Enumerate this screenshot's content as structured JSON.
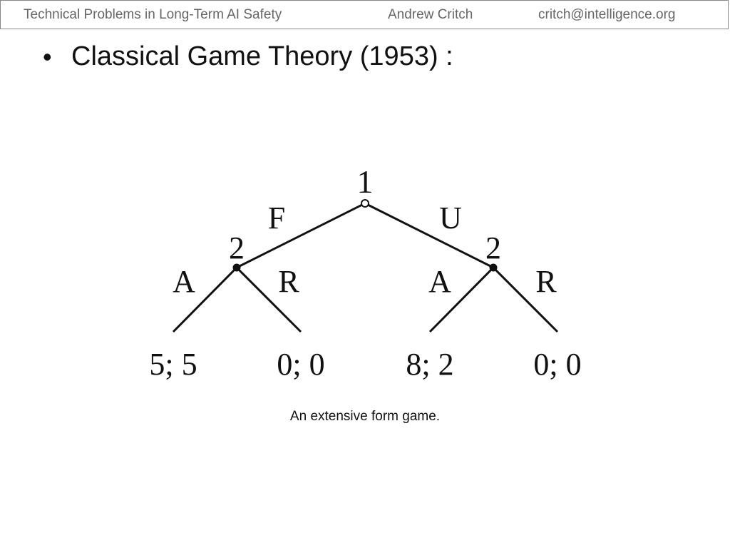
{
  "header": {
    "title": "Technical Problems in Long-Term AI Safety",
    "author": "Andrew Critch",
    "email": "critch@intelligence.org"
  },
  "slide": {
    "bullet": "Classical Game Theory (1953) :"
  },
  "diagram": {
    "root_player": "1",
    "left_branch": "F",
    "right_branch": "U",
    "left_node_player": "2",
    "right_node_player": "2",
    "left_accept": "A",
    "left_reject": "R",
    "right_accept": "A",
    "right_reject": "R",
    "payoffs": [
      "5; 5",
      "0; 0",
      "8; 2",
      "0; 0"
    ],
    "caption": "An extensive form game."
  }
}
